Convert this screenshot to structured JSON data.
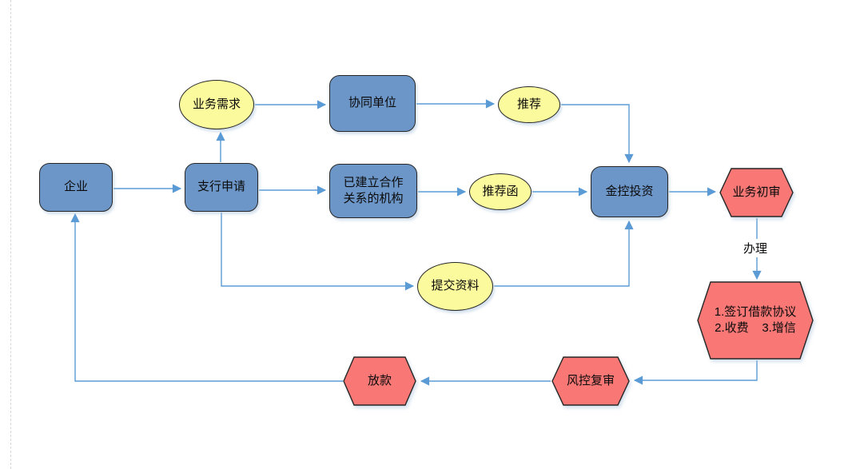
{
  "colors": {
    "process_fill": "#6D96C8",
    "event_fill": "#FBFB9D",
    "review_fill": "#F97876",
    "line": "#5B9BD5",
    "border": "#262626",
    "bg": "#FFFFFF"
  },
  "nodes": {
    "enterprise": {
      "label": "企业"
    },
    "branch_apply": {
      "label": "支行申请"
    },
    "business_demand": {
      "label": "业务需求"
    },
    "coordinating_unit": {
      "label": "协同单位"
    },
    "partner_institution": {
      "label": "已建立合作\n关系的机构"
    },
    "recommend": {
      "label": "推荐"
    },
    "recommend_letter": {
      "label": "推荐函"
    },
    "jinkong_investment": {
      "label": "金控投资"
    },
    "initial_review": {
      "label": "业务初审"
    },
    "submit_materials": {
      "label": "提交资料"
    },
    "sign_agreement": {
      "line1": "1.签订借款协议",
      "line2": "2.收费    3.增信"
    },
    "risk_review": {
      "label": "风控复审"
    },
    "loan_disbursement": {
      "label": "放款"
    }
  },
  "edge_labels": {
    "handle": {
      "label": "办理"
    }
  }
}
